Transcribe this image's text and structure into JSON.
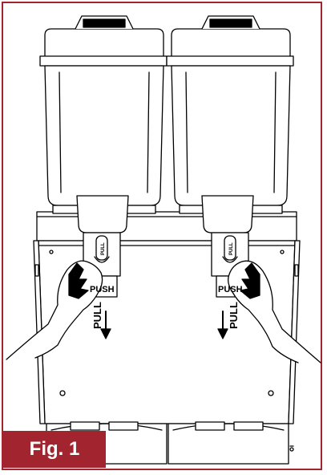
{
  "figure": {
    "caption": "Fig. 1",
    "accent_color": "#a1242e"
  },
  "dispensers": [
    {
      "push_label": "PUSH",
      "pull_label": "PULL",
      "lever_label": "PULL"
    },
    {
      "push_label": "PUSH",
      "pull_label": "PULL",
      "lever_label": "PULL"
    }
  ]
}
